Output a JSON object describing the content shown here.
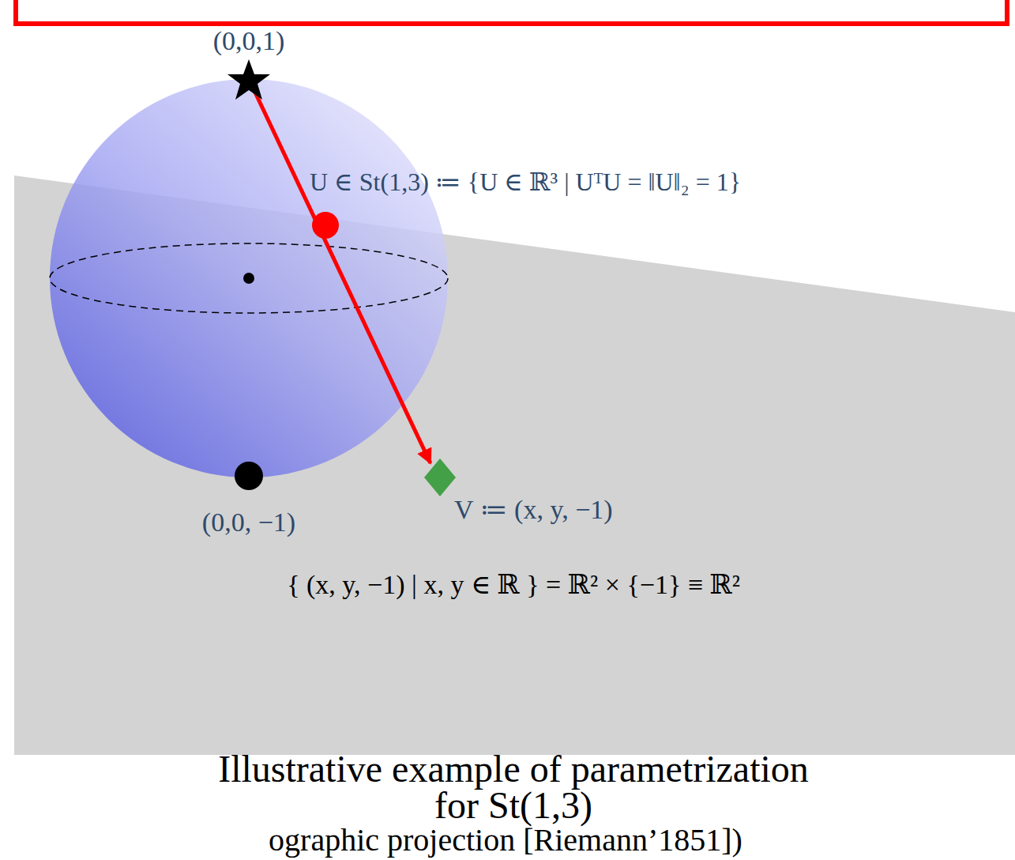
{
  "diagram": {
    "caption": "Illustrative example of parametrization for St(1,3)",
    "labels": [
      "(0,0,1)",
      "U ∈ St(1,3) ≔ {U ∈ ℝ³ | UᵀU = ‖U‖₂ = 1}",
      "(0,0, −1)",
      "V ≔ (x, y, −1)",
      "{ (x, y, −1) | x, y ∈ ℝ } = ℝ² × {−1} ≡ ℝ²",
      "ographic projection [Riemann’1851])"
    ]
  }
}
